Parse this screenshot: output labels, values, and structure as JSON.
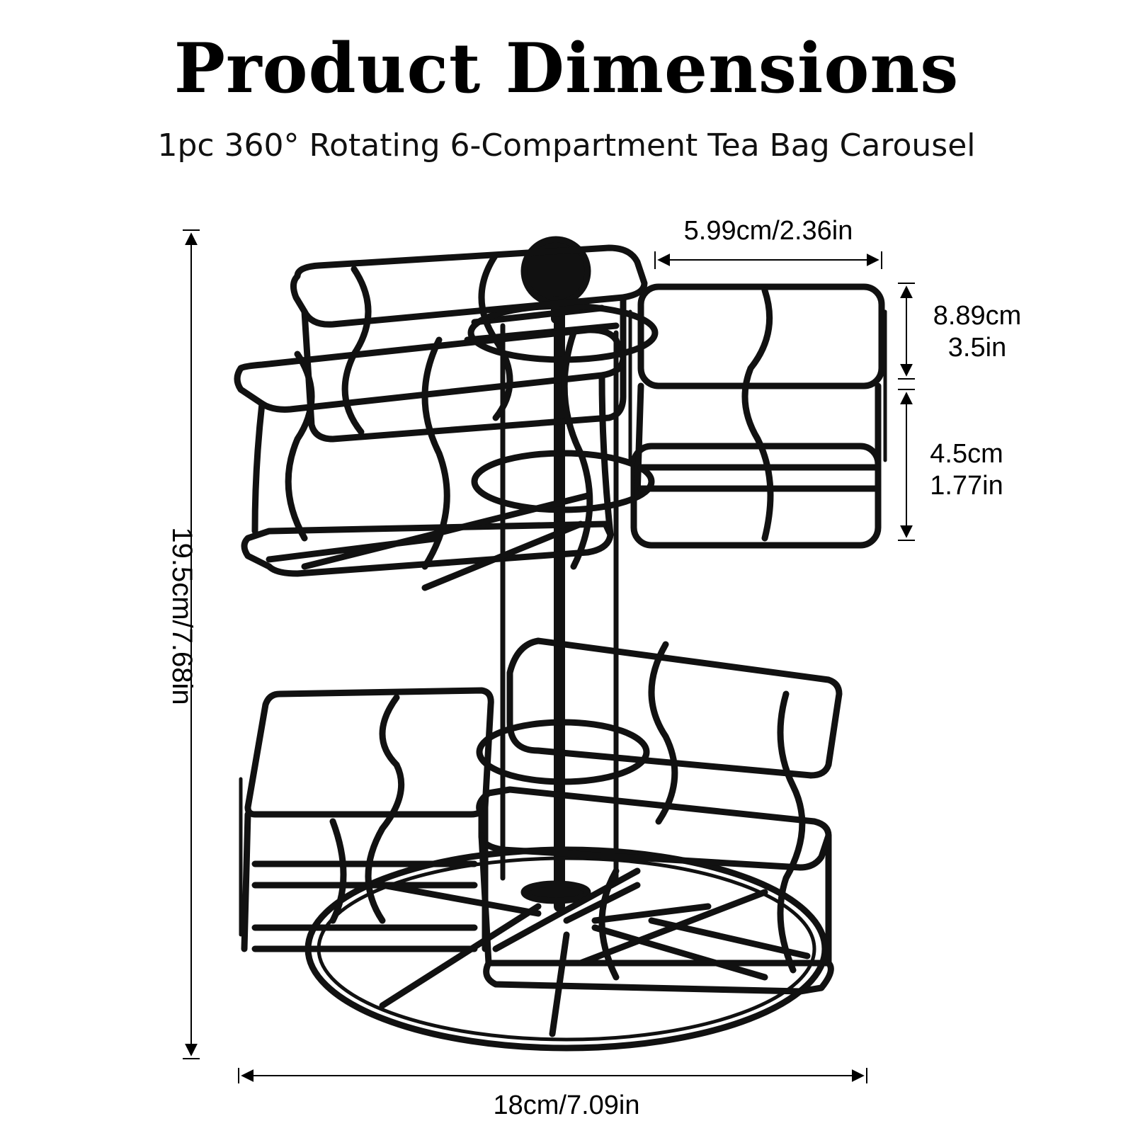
{
  "header": {
    "title": "Product Dimensions",
    "subtitle": "1pc 360°   Rotating 6-Compartment Tea Bag Carousel"
  },
  "dimensions": {
    "top_width": "5.99cm/2.36in",
    "compartment_height_cm": "8.89cm",
    "compartment_height_in": "3.5in",
    "gap_height_cm": "4.5cm",
    "gap_height_in": "1.77in",
    "total_height": "19.5cm/7.68in",
    "base_width": "18cm/7.09in"
  },
  "colors": {
    "wire": "#111111",
    "background": "#ffffff"
  }
}
